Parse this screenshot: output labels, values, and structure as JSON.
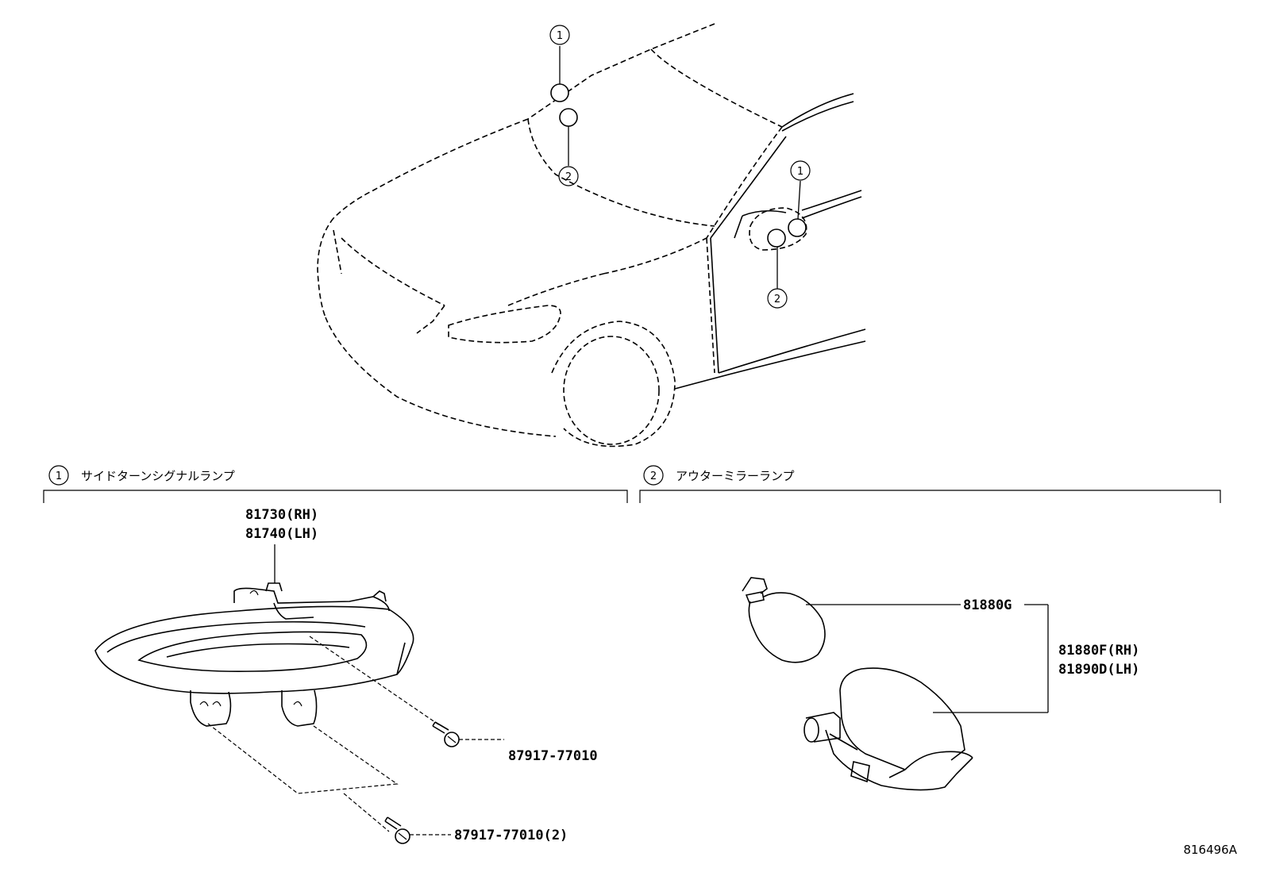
{
  "callouts": {
    "one": "1",
    "two": "2"
  },
  "sections": {
    "left_title": "サイドターンシグナルランプ",
    "right_title": "アウターミラーランプ"
  },
  "parts": {
    "lamp_rh": "81730(RH)",
    "lamp_lh": "81740(LH)",
    "screw_a": "87917-77010",
    "screw_b": "87917-77010(2)",
    "bulb": "81880G",
    "mirror_rh": "81880F(RH)",
    "mirror_lh": "81890D(LH)"
  },
  "figure_id": "816496A"
}
